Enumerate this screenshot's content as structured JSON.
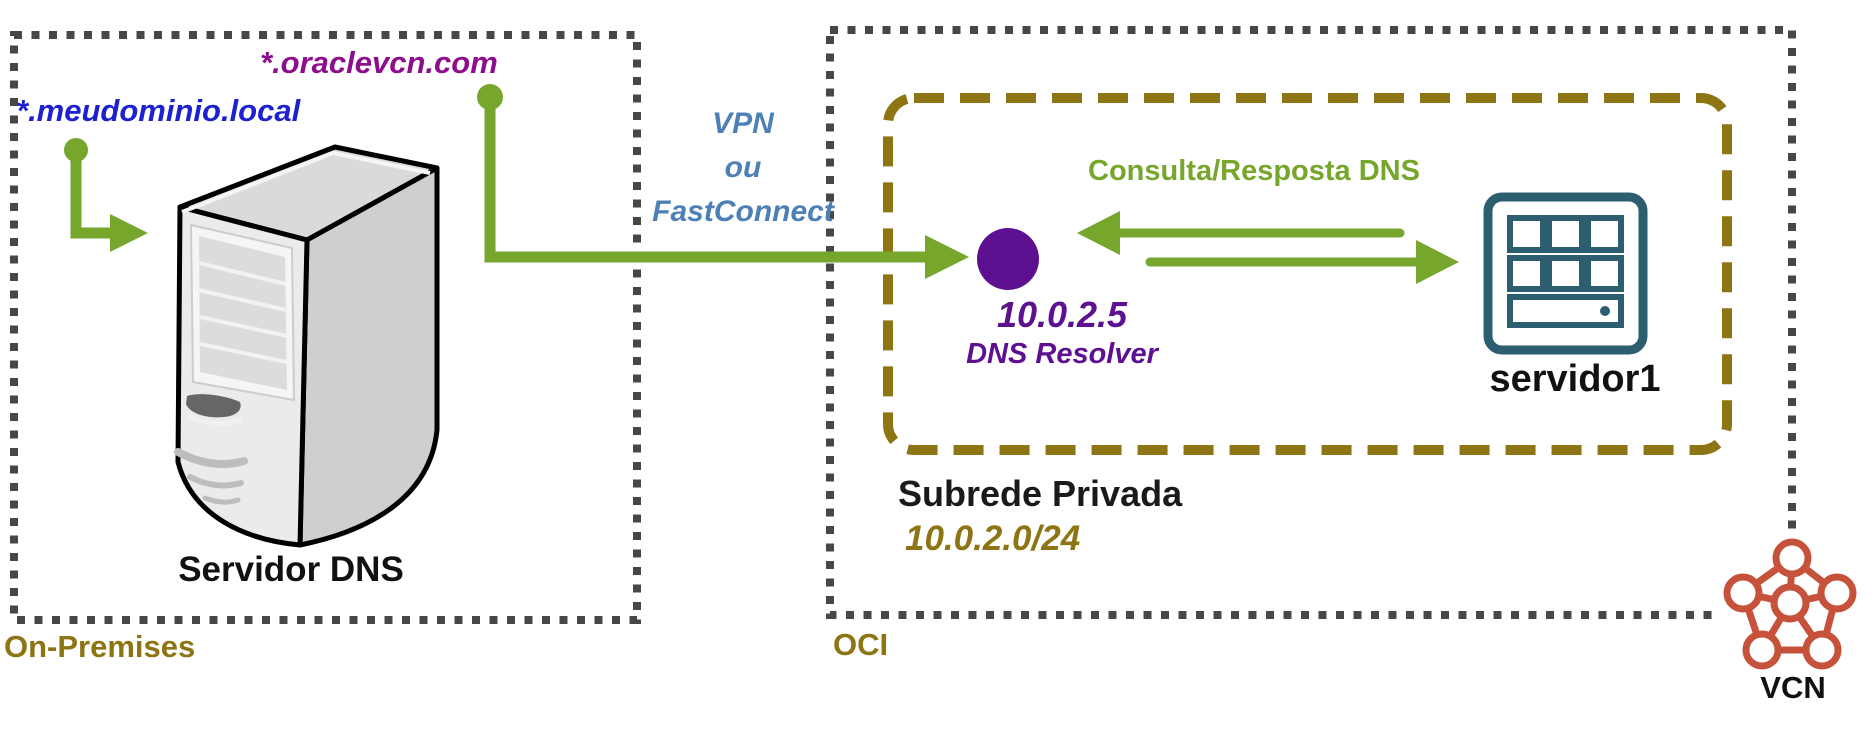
{
  "colors": {
    "arrow_green": "#76a62b",
    "boundary_gray": "#474747",
    "subnet_olive": "#8d7514",
    "local_domain_blue": "#1d21cf",
    "oracle_domain_magenta": "#8d0e8d",
    "vpn_steel_blue": "#4d80b4",
    "resolver_purple": "#5d1090",
    "instance_teal": "#2d5e70",
    "vcn_orange": "#c6523b"
  },
  "icons": {
    "dns_server": "server-tower-clipart",
    "dns_resolver": "purple-filled-circle",
    "instance": "compute-instance-grid-icon",
    "vcn": "pentagon-network-icon"
  },
  "onprem": {
    "label": "On-Premises",
    "server_label": "Servidor DNS",
    "local_domain": "*.meudominio.local",
    "oracle_domain": "*.oraclevcn.com"
  },
  "link": {
    "line1": "VPN",
    "line2": "ou",
    "line3": "FastConnect"
  },
  "oci": {
    "label": "OCI",
    "flow_label": "Consulta/Resposta DNS",
    "resolver_ip": "10.0.2.5",
    "resolver_label": "DNS Resolver",
    "instance_label": "servidor1",
    "subnet_title": "Subrede Privada",
    "subnet_cidr": "10.0.2.0/24",
    "vcn_label": "VCN"
  }
}
